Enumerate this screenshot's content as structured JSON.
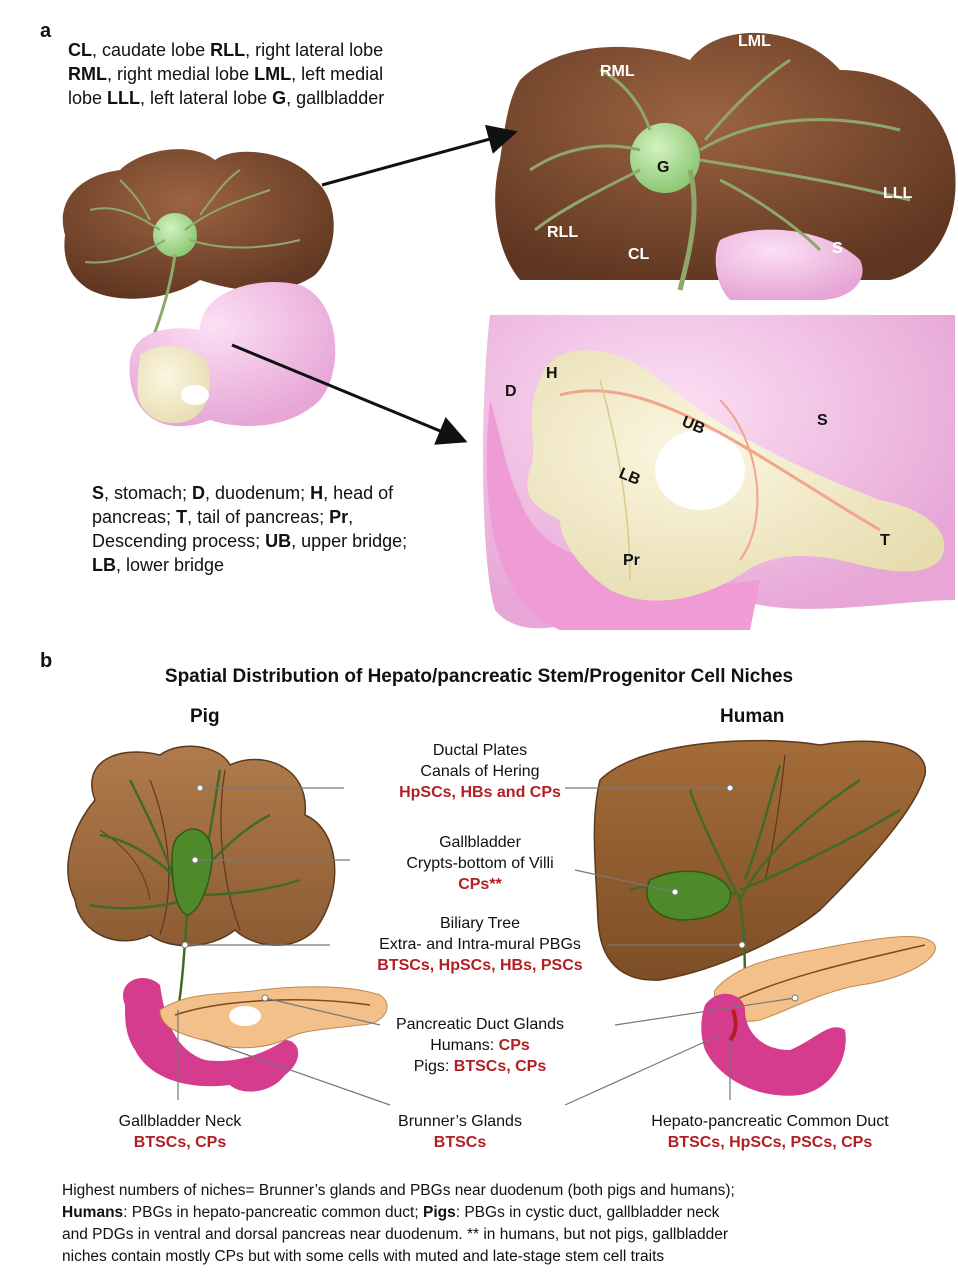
{
  "panel_a": {
    "letter": "a",
    "liver_legend": [
      {
        "abbr": "CL",
        "text": ", caudate lobe "
      },
      {
        "abbr": "RLL",
        "text": ", right lateral lobe "
      },
      {
        "abbr": "RML",
        "text": ", right medial lobe "
      },
      {
        "abbr": "LML",
        "text": ", left medial lobe "
      },
      {
        "abbr": "LLL",
        "text": ", left lateral lobe "
      },
      {
        "abbr": "G",
        "text": ", gallbladder"
      }
    ],
    "liver_labels": {
      "rml": "RML",
      "lml": "LML",
      "g": "G",
      "lll": "LLL",
      "rll": "RLL",
      "cl": "CL",
      "s": "S"
    },
    "pancreas_labels": {
      "d": "D",
      "h": "H",
      "ub": "UB",
      "s": "S",
      "lb": "LB",
      "t": "T",
      "pr": "Pr"
    },
    "pancreas_legend": [
      {
        "abbr": "S",
        "text": ", stomach; "
      },
      {
        "abbr": "D",
        "text": ", duodenum; "
      },
      {
        "abbr": "H",
        "text": ", head of pancreas; "
      },
      {
        "abbr": "T",
        "text": ", tail of pancreas; "
      },
      {
        "abbr": "Pr",
        "text": ", Descending process; "
      },
      {
        "abbr": "UB",
        "text": ", upper bridge; "
      },
      {
        "abbr": "LB",
        "text": ", lower bridge"
      }
    ]
  },
  "panel_b": {
    "letter": "b",
    "title": "Spatial Distribution of Hepato/pancreatic Stem/Progenitor Cell Niches",
    "pig_label": "Pig",
    "human_label": "Human",
    "niches": {
      "ductal": {
        "line1": "Ductal Plates",
        "line2": "Canals of Hering",
        "cells": "HpSCs, HBs and CPs"
      },
      "gallbladder": {
        "line1": "Gallbladder",
        "line2": "Crypts-bottom of Villi",
        "cells": "CPs**"
      },
      "biliary": {
        "line1": "Biliary Tree",
        "line2": "Extra- and Intra-mural PBGs",
        "cells": "BTSCs, HpSCs, HBs, PSCs"
      },
      "pancreatic": {
        "line1": "Pancreatic Duct Glands",
        "humans_label": "Humans: ",
        "humans_cells": "CPs",
        "pigs_label": "Pigs: ",
        "pigs_cells": "BTSCs, CPs"
      },
      "gb_neck": {
        "line1": "Gallbladder Neck",
        "cells": "BTSCs, CPs"
      },
      "brunner": {
        "line1": "Brunner’s Glands",
        "cells": "BTSCs"
      },
      "common_duct": {
        "line1": "Hepato-pancreatic Common Duct",
        "cells": "BTSCs, HpSCs, PSCs, CPs"
      }
    },
    "footnote": {
      "line1": "Highest numbers of niches= Brunner’s glands and PBGs near duodenum (both pigs and humans);",
      "humans_label": "Humans",
      "humans_text": ": PBGs in hepato-pancreatic common duct;  ",
      "pigs_label": "Pigs",
      "pigs_text": ": PBGs in cystic duct, gallbladder neck",
      "line3": "and PDGs in ventral and dorsal pancreas near duodenum. ** in humans, but not pigs, gallbladder",
      "line4": "niches contain mostly CPs but with some cells with muted and late-stage stem cell traits"
    }
  },
  "colors": {
    "liver": "#7a4a2e",
    "liver_light": "#9a6440",
    "duct": "#8fa86a",
    "gallbladder": "#a8d98c",
    "stomach": "#f2bfe6",
    "pancreas": "#f3ecc8",
    "magenta": "#d63c8e",
    "pig_liver": "#a06a3e",
    "human_liver": "#93602f",
    "tree": "#3f6b2a",
    "orange_pancreas": "#f3c08a",
    "red": "#b21e23"
  }
}
